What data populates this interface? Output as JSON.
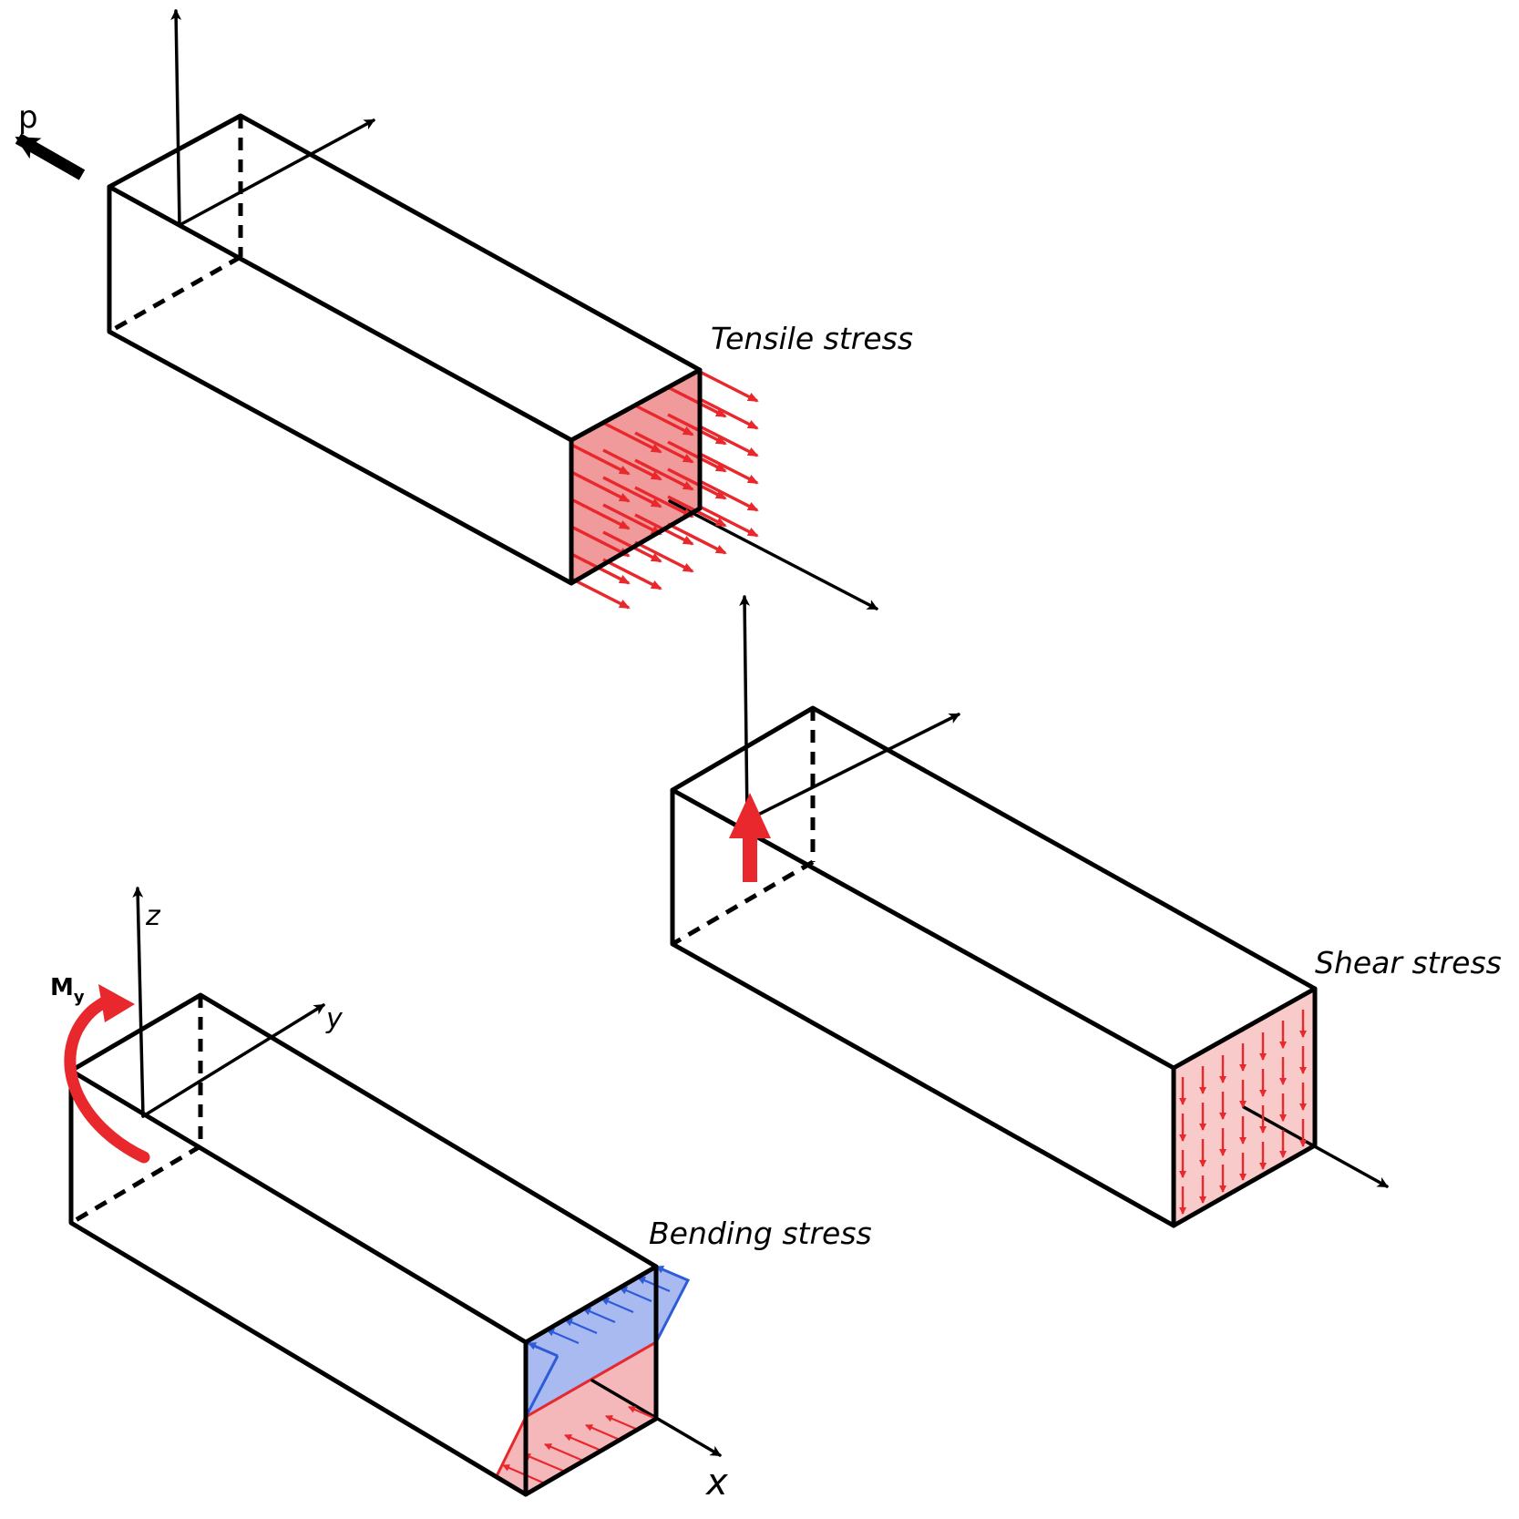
{
  "labels": {
    "load_p": "p",
    "tensile": "Tensile  stress",
    "shear": "Shear stress",
    "bending": "Bending stress",
    "moment": "M",
    "moment_sub": "y",
    "axis_z": "z",
    "axis_y": "y",
    "axis_x": "x"
  },
  "colors": {
    "outline": "#000000",
    "tension": "#e8282c",
    "tension_fill": "#f08f91",
    "shear_fill": "#f8caca",
    "compression": "#2e5bd8",
    "compression_fill": "#a9baf0"
  },
  "icons": {
    "load_arrow": "thick-black-arrow-icon",
    "moment_arrow": "curved-red-arrow-icon",
    "shear_arrow": "red-up-arrow-icon"
  }
}
